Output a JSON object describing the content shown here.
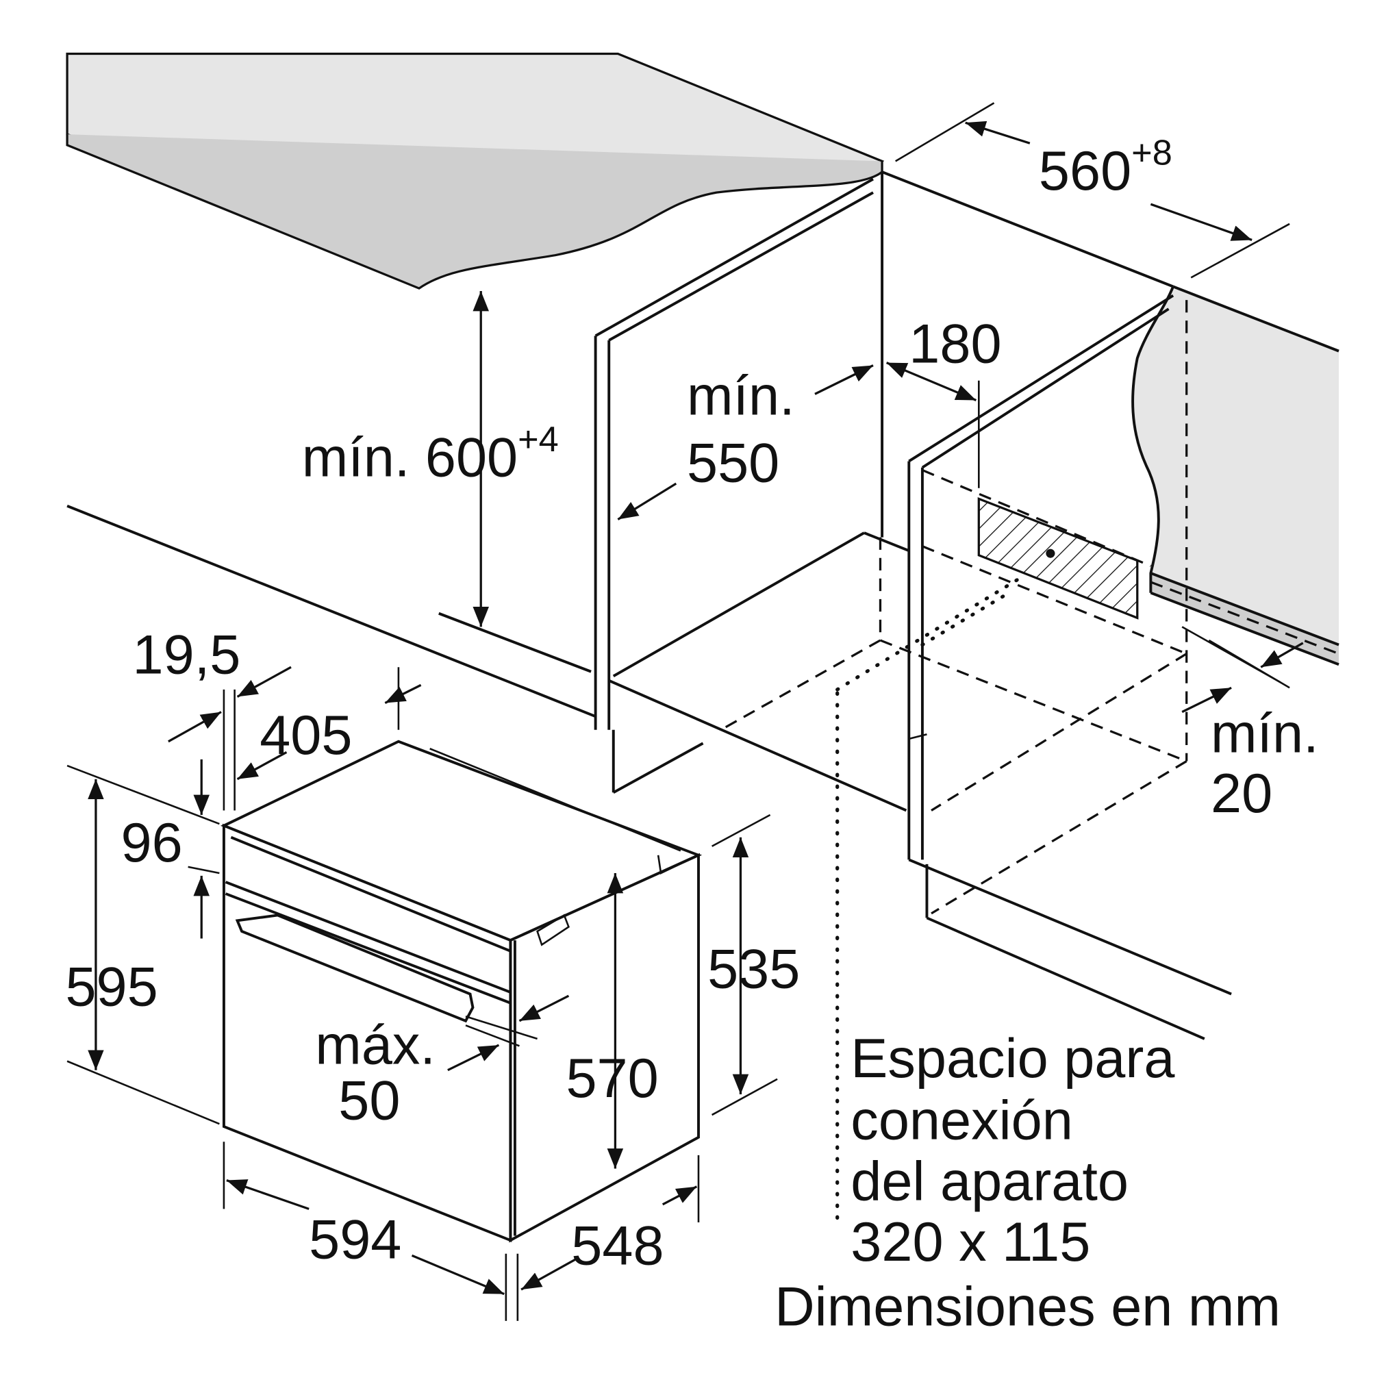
{
  "labels": {
    "width_niche": "560",
    "width_niche_tol": "+8",
    "height_min_prefix": "mín. 600",
    "height_tol": "+4",
    "depth_min_1": "mín.",
    "depth_min_2": "550",
    "d180": "180",
    "gap_min_1": "mín.",
    "gap_min_2": "20",
    "d19_5": "19,5",
    "d405": "405",
    "d96": "96",
    "d595": "595",
    "d535": "535",
    "d570": "570",
    "max_1": "máx.",
    "max_2": "50",
    "d594": "594",
    "d548": "548"
  },
  "note": {
    "line1": "Espacio para",
    "line2": "conexión",
    "line3": "del aparato",
    "line4": "320 x 115"
  },
  "units": "Dimensiones en mm",
  "colors": {
    "surface": "#e6e6e6",
    "line": "#111111"
  }
}
